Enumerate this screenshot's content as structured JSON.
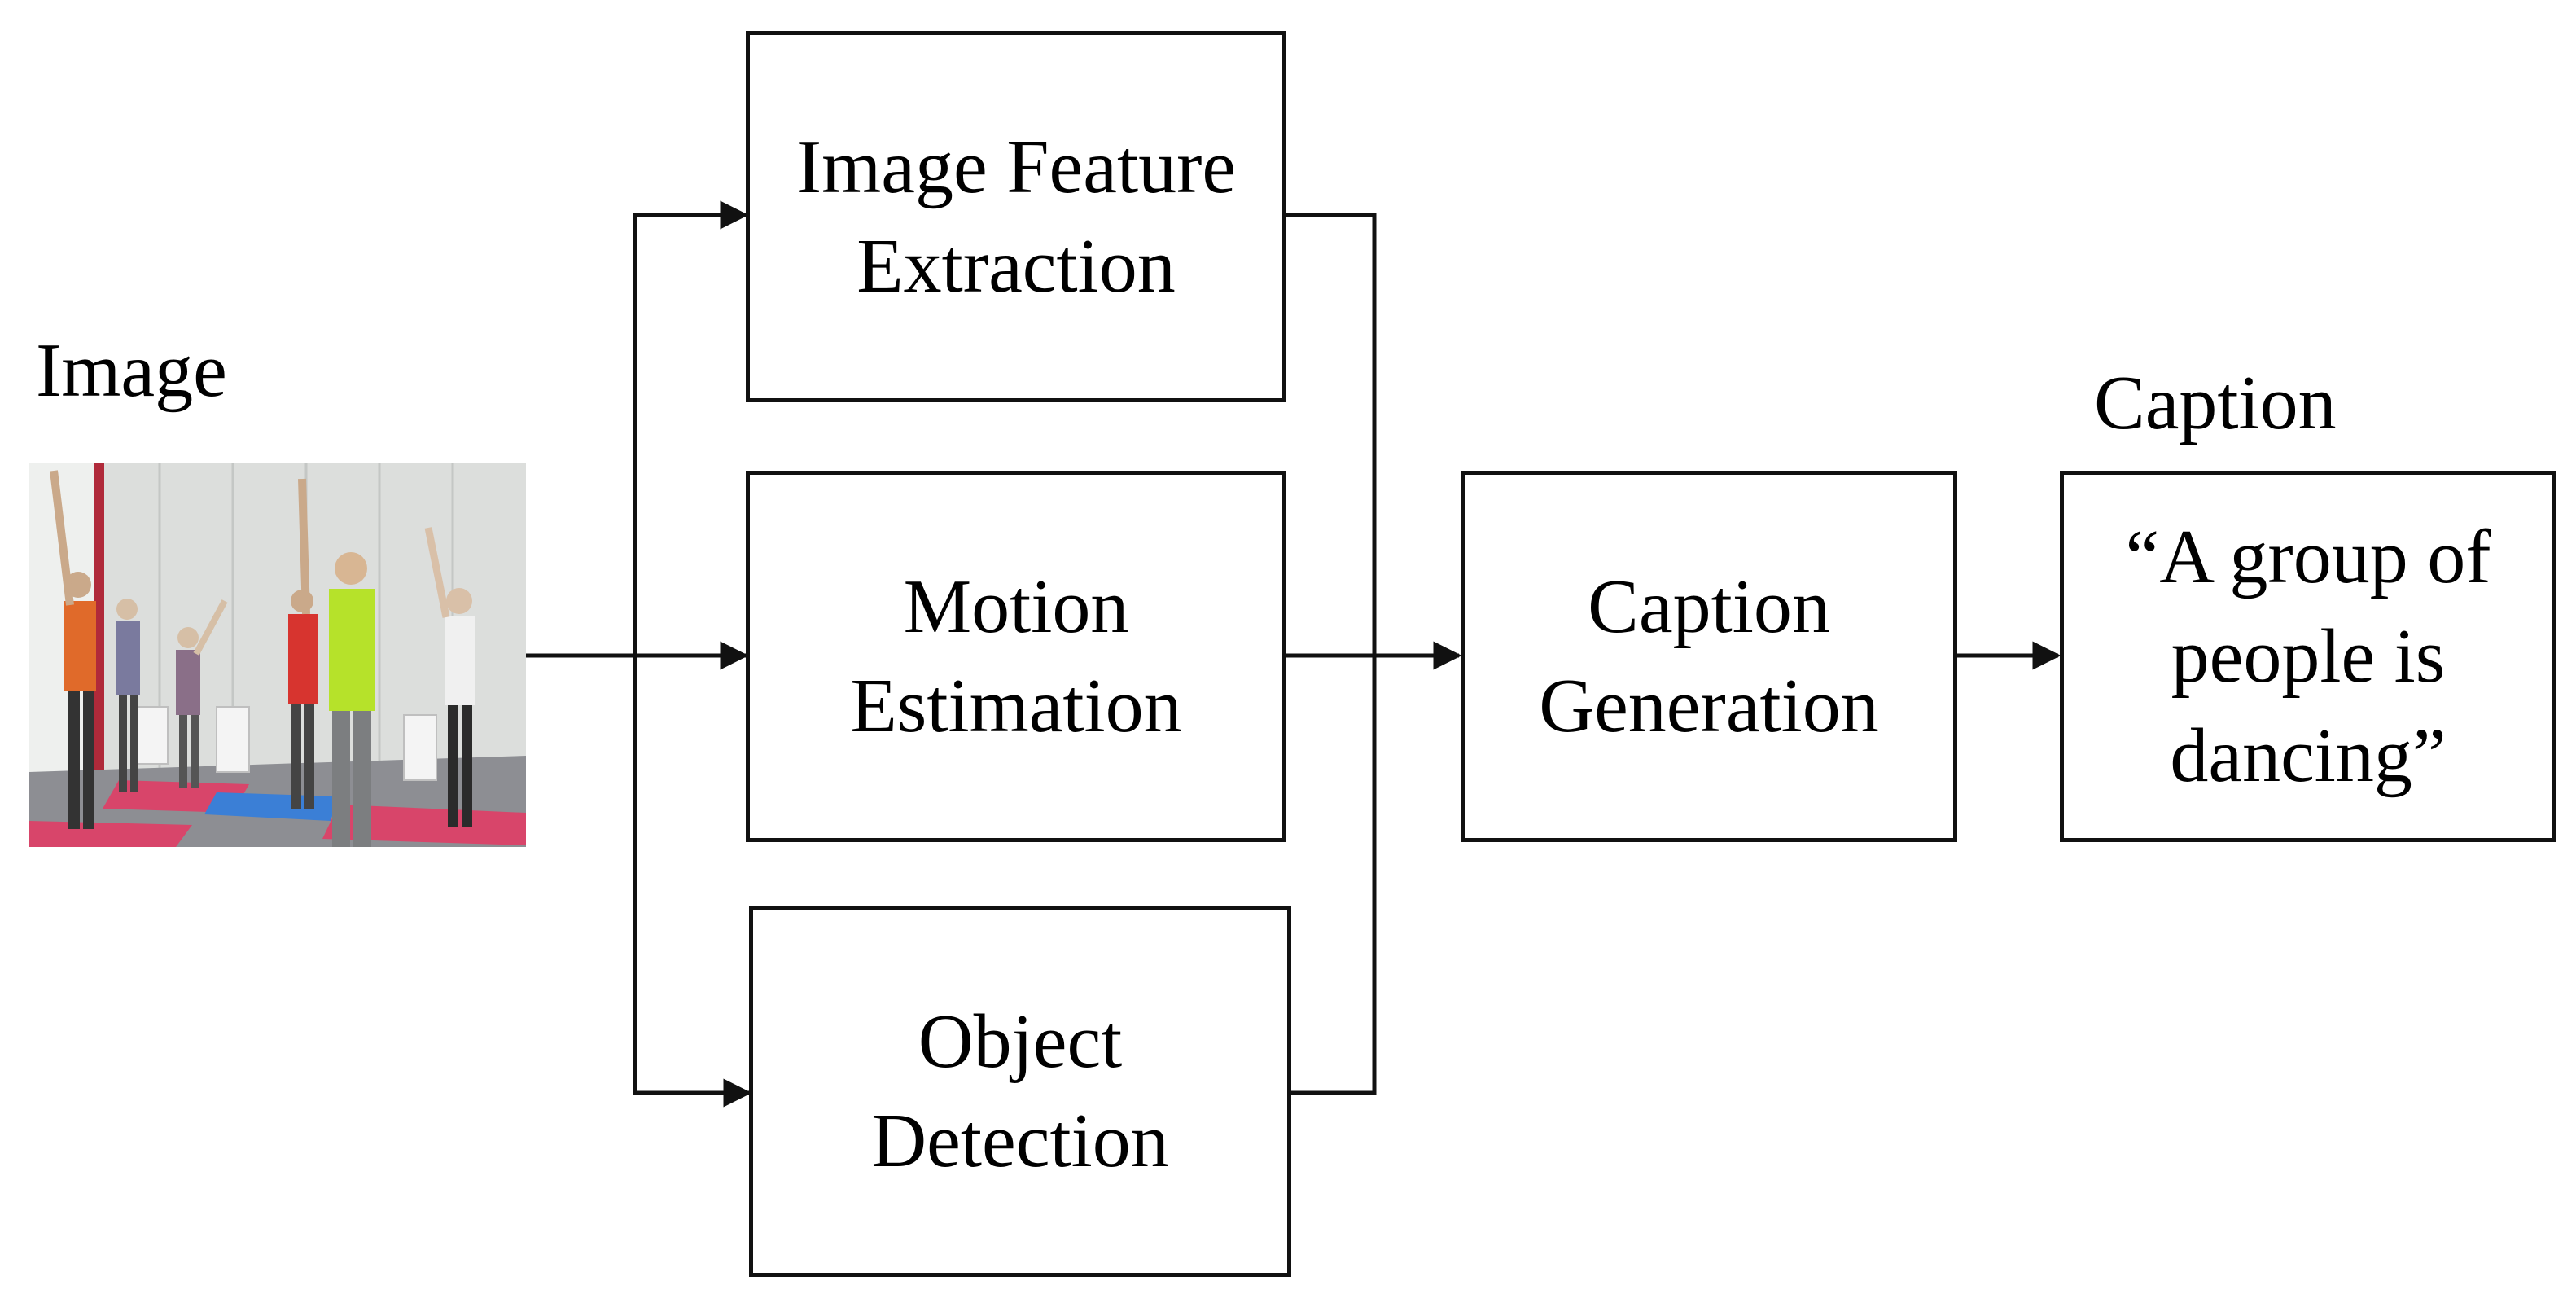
{
  "labels": {
    "image": "Image",
    "caption": "Caption"
  },
  "boxes": {
    "image_feature_extraction": [
      "Image Feature",
      "Extraction"
    ],
    "motion_estimation": [
      "Motion",
      "Estimation"
    ],
    "object_detection": [
      "Object",
      "Detection"
    ],
    "caption_generation": [
      "Caption",
      "Generation"
    ],
    "caption_output": [
      "“A group of",
      "people is",
      "dancing”"
    ]
  },
  "photo": {
    "description_icon": "group-exercise-photo",
    "colors": {
      "wall": "#d9dcd9",
      "floor": "#8a8a8e",
      "mat_pink": "#d8456a",
      "mat_blue": "#3b7fd6",
      "shirt_green": "#b6e22a",
      "shirt_orange": "#e06a2a",
      "shirt_red": "#d7342f"
    }
  }
}
